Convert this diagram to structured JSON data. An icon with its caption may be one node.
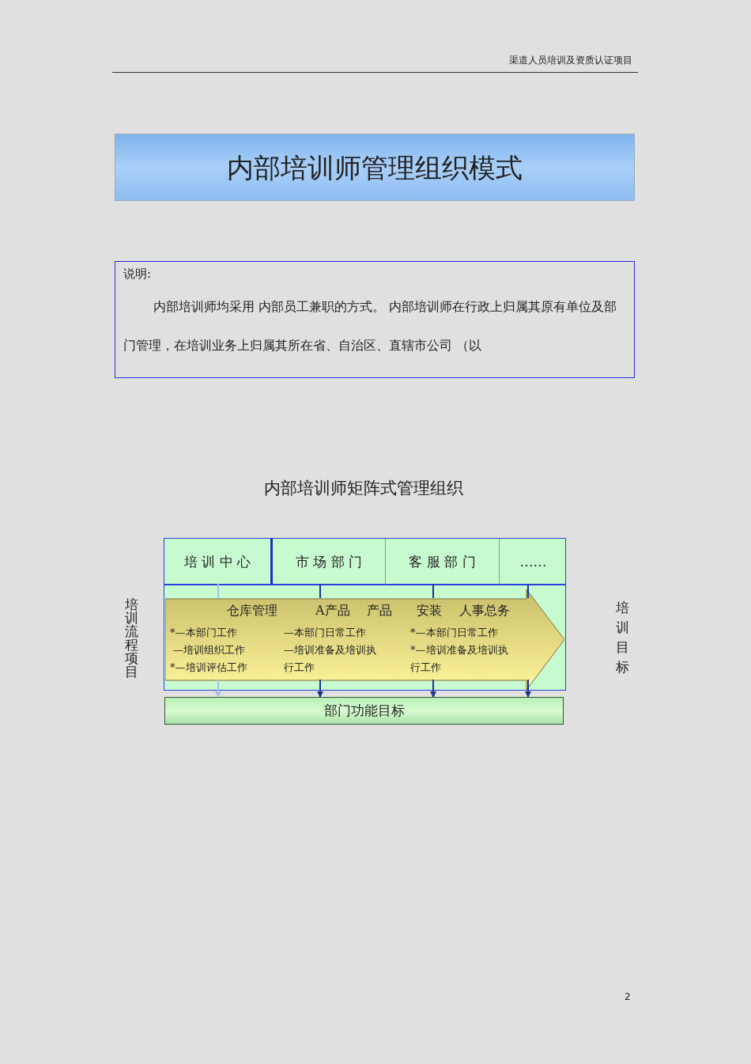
{
  "diagram": {
    "title": "内部培训师管理组织模式",
    "nodes": [
      {
        "text": [
          "说明:",
          "内部培训师均采用 内部员工兼职的方式。 内部培训师在行政上归属其原有单位及部门管理，在培训业务上归属其所在省、自治区、直辖市公司 （以"
        ]
      },
      {
        "text": [],
        "shape": "box"
      },
      {
        "text": [
          "培 训 中 心"
        ],
        "in": 1
      },
      {
        "text": [
          "市 场 部 门"
        ],
        "in": 1
      },
      {
        "text": [
          "客 服 部 门"
        ],
        "in": 1
      },
      {
        "text": [
          "……"
        ],
        "in": 1
      },
      {
        "text": [
          "仓库管理",
          "A产品",
          "产品",
          "安装",
          "人事总务",
          "*—本部门工作",
          "—培训组织工作",
          "*—培训评估工作",
          "—本部门日常工作",
          "—培训准备及培训执行工作",
          "*—本部门日常工作",
          "*—培训准备及培训执行工作"
        ],
        "in": 1
      },
      {
        "text": [
          "部门功能目标"
        ]
      }
    ],
    "edges": [
      {
        "from": 2,
        "to": 6,
        "arrow": "none",
        "color": "#a8c0e8"
      },
      {
        "from": 3,
        "to": 6,
        "arrow": "none"
      },
      {
        "from": 4,
        "to": 6,
        "arrow": "none"
      },
      {
        "from": 5,
        "to": 6,
        "arrow": "none"
      },
      {
        "from": 6,
        "to": 7,
        "arrow": "to",
        "color": "#a8c0e8"
      },
      {
        "from": 6,
        "to": 7,
        "arrow": "to"
      },
      {
        "from": 6,
        "to": 7,
        "arrow": "to"
      },
      {
        "from": 6,
        "to": 7,
        "arrow": "to"
      }
    ],
    "labels": [
      "渠道人员培训及资质认证项目",
      "内部培训师矩阵式管理组织",
      "培训流程项目",
      "培训目标",
      "2"
    ]
  }
}
